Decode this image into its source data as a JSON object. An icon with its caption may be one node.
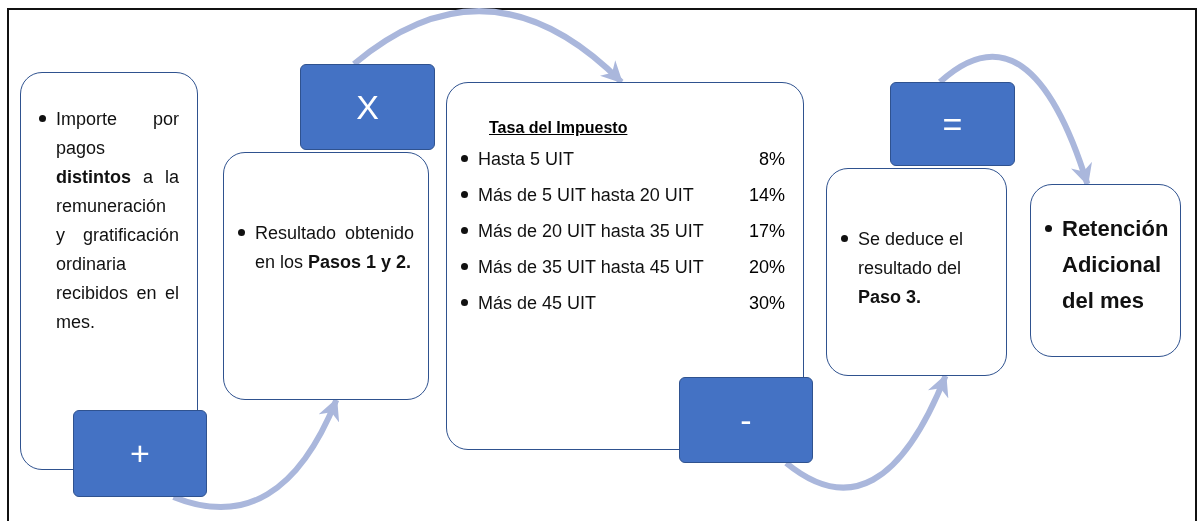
{
  "diagram": {
    "nodes": [
      {
        "text": [
          "Importe por pagos **distintos** a la remuneración y gratificación ordinaria recibidos en el mes."
        ]
      },
      {
        "text": [
          "+"
        ]
      },
      {
        "text": [
          "Resultado obtenido en los **Pasos 1 y 2.**"
        ]
      },
      {
        "text": [
          "X"
        ]
      },
      {
        "text": [
          "Tasa del Impuesto",
          "Hasta 5 UIT",
          "8%",
          "Más de 5 UIT hasta 20 UIT",
          "14%",
          "Más de 20 UIT hasta 35 UIT",
          "17%",
          "Más de 35 UIT hasta 45 UIT",
          "20%",
          "Más de 45 UIT",
          "30%"
        ]
      },
      {
        "text": [
          "-"
        ]
      },
      {
        "text": [
          "Se deduce el resultado del **Paso 3.**"
        ]
      },
      {
        "text": [
          "="
        ]
      },
      {
        "text": [
          "Retención Adicional del mes"
        ]
      }
    ],
    "edges": [
      {
        "from": 1,
        "to": 2,
        "arrow": "to"
      },
      {
        "from": 3,
        "to": 4,
        "arrow": "to"
      },
      {
        "from": 5,
        "to": 6,
        "arrow": "to"
      },
      {
        "from": 7,
        "to": 8,
        "arrow": "to"
      }
    ]
  }
}
